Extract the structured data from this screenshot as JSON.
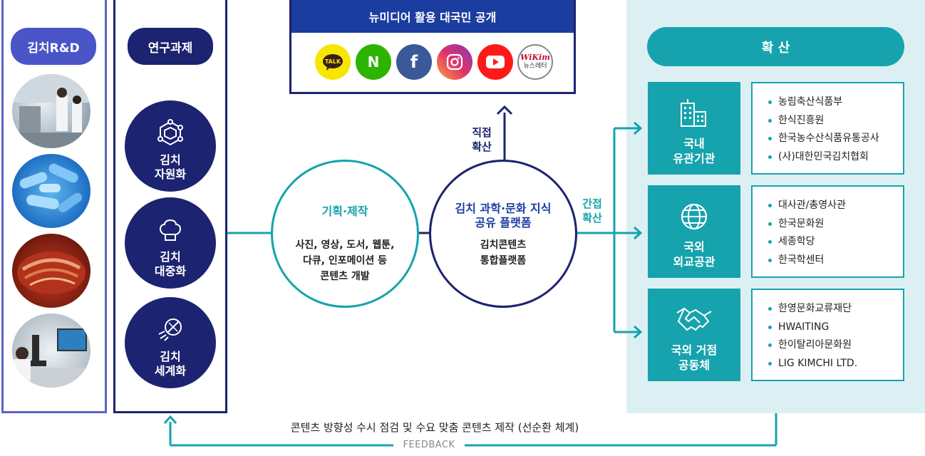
{
  "rd": {
    "title": "김치R&D",
    "photos": [
      "lab-researchers-photo",
      "bacteria-microscopy-photo",
      "kimchi-photo",
      "microscope-researcher-photo"
    ]
  },
  "research": {
    "title": "연구과제",
    "topics": [
      {
        "line1": "김치",
        "line2": "자원화",
        "icon": "molecule-icon"
      },
      {
        "line1": "김치",
        "line2": "대중화",
        "icon": "chef-hat-icon"
      },
      {
        "line1": "김치",
        "line2": "세계화",
        "icon": "globe-rocket-icon"
      }
    ]
  },
  "media": {
    "title": "뉴미디어 활용 대국민 공개",
    "channels": [
      {
        "name": "kakaotalk-icon",
        "label": "TALK",
        "color": "#f7e600"
      },
      {
        "name": "naver-icon",
        "label": "N",
        "color": "#2db400"
      },
      {
        "name": "facebook-icon",
        "label": "f",
        "color": "#3b5998"
      },
      {
        "name": "instagram-icon",
        "label": "",
        "color": "#d6249f"
      },
      {
        "name": "youtube-icon",
        "label": "",
        "color": "#ff0000"
      },
      {
        "name": "wikim-newsletter-icon",
        "label": "WiKim",
        "sub": "뉴스레터",
        "color": "#ffffff"
      }
    ]
  },
  "planning": {
    "title": "기획·제작",
    "desc1": "사진, 영상, 도서, 웹툰,",
    "desc2": "다큐, 인포메이션 등",
    "desc3": "콘텐츠 개발"
  },
  "platform": {
    "title1": "김치 과학·문화 지식",
    "title2": "공유 플랫폼",
    "desc1": "김치콘텐츠",
    "desc2": "통합플랫폼"
  },
  "direct": {
    "line1": "직접",
    "line2": "확산"
  },
  "indirect": {
    "line1": "간접",
    "line2": "확산"
  },
  "spread": {
    "title": "확 산",
    "groups": [
      {
        "line1": "국내",
        "line2": "유관기관",
        "icon": "building-icon",
        "items": [
          "농림축산식품부",
          "한식진흥원",
          "한국농수산식품유통공사",
          "(사)대한민국김치협회"
        ]
      },
      {
        "line1": "국외",
        "line2": "외교공관",
        "icon": "globe-icon",
        "items": [
          "대사관/총영사관",
          "한국문화원",
          "세종학당",
          "한국학센터"
        ]
      },
      {
        "line1": "국외 거점",
        "line2": "공동체",
        "icon": "handshake-icon",
        "items": [
          "한영문화교류재단",
          "HWAITING",
          "한이탈리아문화원",
          "LIG KIMCHI LTD."
        ]
      }
    ]
  },
  "feedback": {
    "caption": "콘텐츠 방향성 수시 점검 및 수요 맞춤 콘텐츠 제작 (선순환 체계)",
    "label": "FEEDBACK"
  },
  "colors": {
    "navy": "#1c2370",
    "indigo": "#4a55c8",
    "teal": "#16a3ad",
    "panel": "#dcf0f3",
    "blue": "#1c3da0"
  }
}
